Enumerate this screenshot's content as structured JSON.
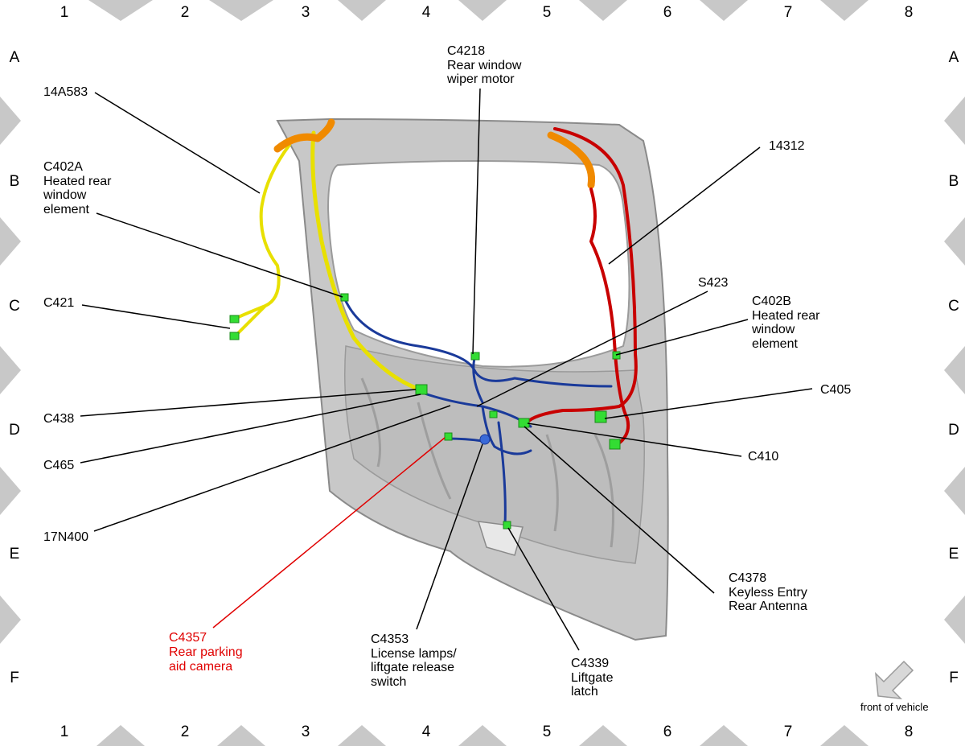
{
  "grid": {
    "columns": [
      "1",
      "2",
      "3",
      "4",
      "5",
      "6",
      "7",
      "8"
    ],
    "rows": [
      "A",
      "B",
      "C",
      "D",
      "E",
      "F"
    ]
  },
  "labels": {
    "c4218": [
      "C4218",
      "Rear window",
      "wiper motor"
    ],
    "n14a583": [
      "14A583"
    ],
    "c402a": [
      "C402A",
      "Heated rear",
      "window",
      "element"
    ],
    "n14312": [
      "14312"
    ],
    "c421": [
      "C421"
    ],
    "s423": [
      "S423"
    ],
    "c402b": [
      "C402B",
      "Heated rear",
      "window",
      "element"
    ],
    "c405": [
      "C405"
    ],
    "c438": [
      "C438"
    ],
    "c465": [
      "C465"
    ],
    "c410": [
      "C410"
    ],
    "n17n400": [
      "17N400"
    ],
    "c4378": [
      "C4378",
      "Keyless Entry",
      "Rear Antenna"
    ],
    "c4357": [
      "C4357",
      "Rear parking",
      "aid camera"
    ],
    "c4353": [
      "C4353",
      "License lamps/",
      "liftgate release",
      "switch"
    ],
    "c4339": [
      "C4339",
      "Liftgate",
      "latch"
    ]
  },
  "front_of_vehicle": "front of vehicle",
  "colors": {
    "leader": "#000000",
    "highlight": "#e00000",
    "yellow_harness": "#e8e000",
    "red_harness": "#c80000",
    "blue_harness": "#1a3a9a",
    "orange_harness": "#f08a00",
    "connector": "#33dd33",
    "liftgate_panel": "#c8c8c8",
    "grid_marker": "#c8c8c8"
  }
}
